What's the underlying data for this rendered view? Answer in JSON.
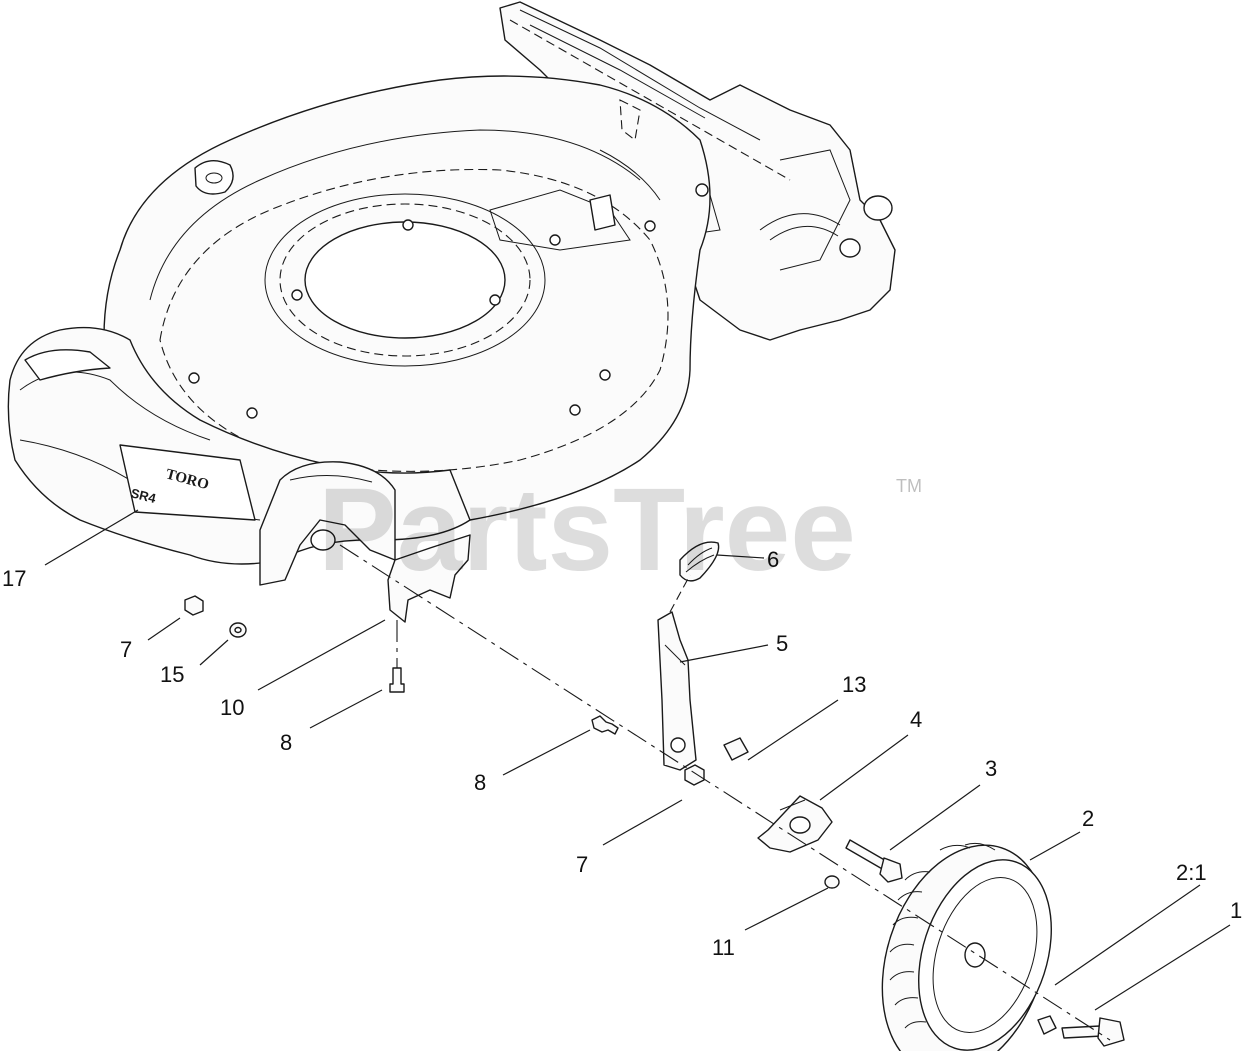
{
  "diagram": {
    "brand_logo_text": "TORO",
    "model_badge_text": "SR4",
    "watermark": {
      "text": "PartsTree",
      "trademark": "TM"
    },
    "callouts": [
      {
        "id": "callout-1",
        "label": "1"
      },
      {
        "id": "callout-2",
        "label": "2"
      },
      {
        "id": "callout-2-1",
        "label": "2:1"
      },
      {
        "id": "callout-3",
        "label": "3"
      },
      {
        "id": "callout-4",
        "label": "4"
      },
      {
        "id": "callout-5",
        "label": "5"
      },
      {
        "id": "callout-6",
        "label": "6"
      },
      {
        "id": "callout-7-upper",
        "label": "7"
      },
      {
        "id": "callout-7-lower",
        "label": "7"
      },
      {
        "id": "callout-8-upper",
        "label": "8"
      },
      {
        "id": "callout-8-lower",
        "label": "8"
      },
      {
        "id": "callout-10",
        "label": "10"
      },
      {
        "id": "callout-11",
        "label": "11"
      },
      {
        "id": "callout-13",
        "label": "13"
      },
      {
        "id": "callout-15",
        "label": "15"
      },
      {
        "id": "callout-17",
        "label": "17"
      }
    ],
    "colors": {
      "line": "#1a1a1a",
      "background": "#ffffff",
      "watermark": "#000000"
    }
  }
}
